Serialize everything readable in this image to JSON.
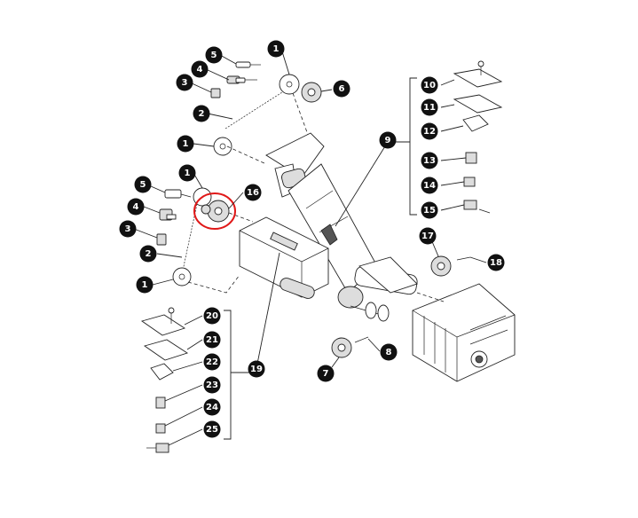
{
  "diagram": {
    "callouts": [
      {
        "id": "c1a",
        "label": "1"
      },
      {
        "id": "c5a",
        "label": "5"
      },
      {
        "id": "c4a",
        "label": "4"
      },
      {
        "id": "c3a",
        "label": "3"
      },
      {
        "id": "c6",
        "label": "6"
      },
      {
        "id": "c2a",
        "label": "2"
      },
      {
        "id": "c1b",
        "label": "1"
      },
      {
        "id": "c1c",
        "label": "1"
      },
      {
        "id": "c5b",
        "label": "5"
      },
      {
        "id": "c16",
        "label": "16"
      },
      {
        "id": "c4b",
        "label": "4"
      },
      {
        "id": "c3b",
        "label": "3"
      },
      {
        "id": "c2b",
        "label": "2"
      },
      {
        "id": "c1d",
        "label": "1"
      },
      {
        "id": "c9",
        "label": "9"
      },
      {
        "id": "c10",
        "label": "10"
      },
      {
        "id": "c11",
        "label": "11"
      },
      {
        "id": "c12",
        "label": "12"
      },
      {
        "id": "c13",
        "label": "13"
      },
      {
        "id": "c14",
        "label": "14"
      },
      {
        "id": "c15",
        "label": "15"
      },
      {
        "id": "c17",
        "label": "17"
      },
      {
        "id": "c18",
        "label": "18"
      },
      {
        "id": "c19",
        "label": "19"
      },
      {
        "id": "c20",
        "label": "20"
      },
      {
        "id": "c21",
        "label": "21"
      },
      {
        "id": "c22",
        "label": "22"
      },
      {
        "id": "c23",
        "label": "23"
      },
      {
        "id": "c24",
        "label": "24"
      },
      {
        "id": "c25",
        "label": "25"
      },
      {
        "id": "c7",
        "label": "7"
      },
      {
        "id": "c8",
        "label": "8"
      }
    ],
    "highlight_color": "#e01818"
  }
}
